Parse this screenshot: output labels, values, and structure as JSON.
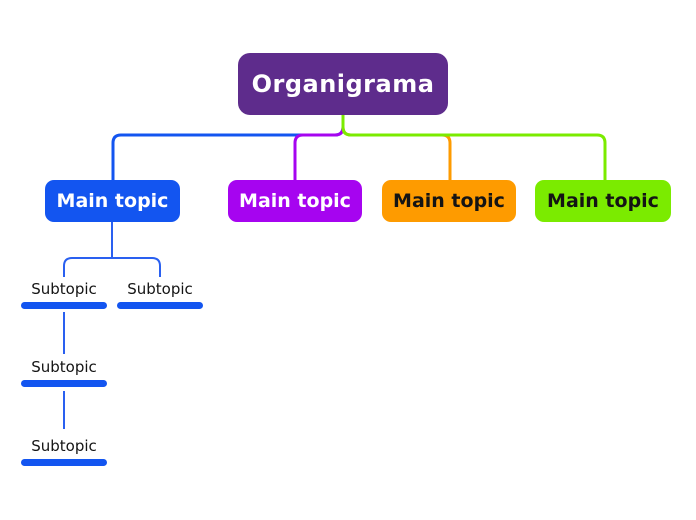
{
  "app": {
    "canvas_background": "#ffffff"
  },
  "root_topic": {
    "label": "Organigrama",
    "fill": "#5E2C8C",
    "text_color": "#ffffff"
  },
  "main_topics": [
    {
      "label": "Main topic",
      "fill": "#1355F0",
      "text_color": "#ffffff",
      "connector_color": "#1355F0"
    },
    {
      "label": "Main topic",
      "fill": "#A604F0",
      "text_color": "#ffffff",
      "connector_color": "#A604F0"
    },
    {
      "label": "Main topic",
      "fill": "#FE9B00",
      "text_color": "#141414",
      "connector_color": "#FE9B00"
    },
    {
      "label": "Main topic",
      "fill": "#7BEB00",
      "text_color": "#141414",
      "connector_color": "#7BEB00"
    }
  ],
  "subtopics": [
    {
      "label": "Subtopic"
    },
    {
      "label": "Subtopic"
    },
    {
      "label": "Subtopic"
    },
    {
      "label": "Subtopic"
    }
  ],
  "subtopic_style": {
    "text_color": "#141414",
    "underline_color": "#1355F0",
    "connector_color": "#2A60F0"
  }
}
